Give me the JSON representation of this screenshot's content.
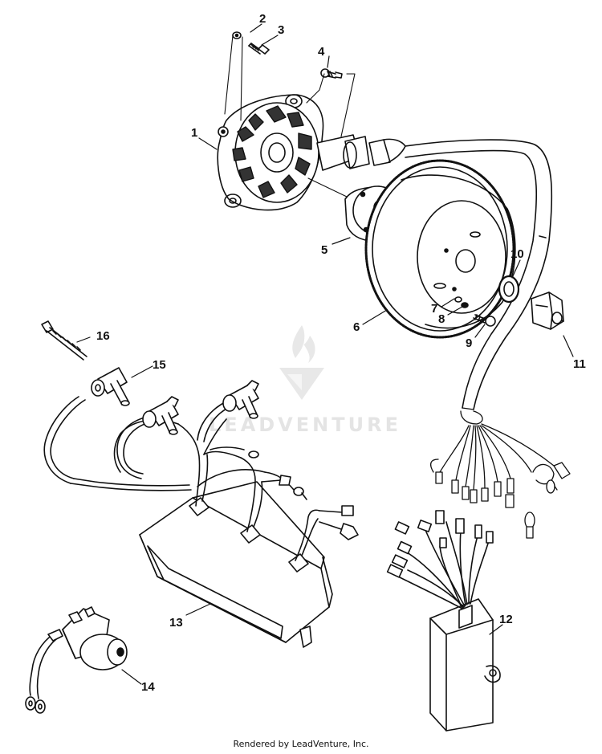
{
  "watermark": {
    "text": "LEADVENTURE"
  },
  "footer": {
    "text": "Rendered by LeadVenture, Inc."
  },
  "callouts": {
    "c1": "1",
    "c2": "2",
    "c3": "3",
    "c4": "4",
    "c5": "5",
    "c6": "6",
    "c7": "7",
    "c8": "8",
    "c9": "9",
    "c10": "10",
    "c11": "11",
    "c12": "12",
    "c13": "13",
    "c14": "14",
    "c15": "15",
    "c16": "16"
  }
}
